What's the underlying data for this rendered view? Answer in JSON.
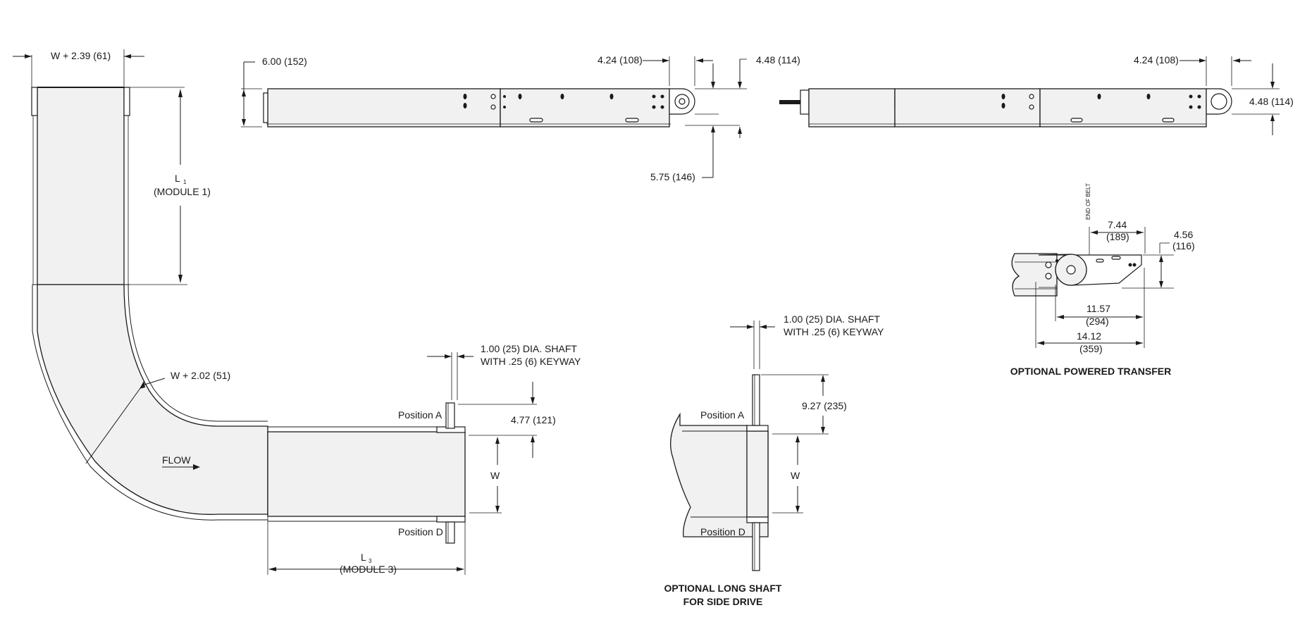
{
  "drawing": {
    "plan": {
      "width_top": "W + 2.39 (61)",
      "module1_l": "L",
      "module1_sub": "1",
      "module1_name": "(MODULE 1)",
      "curve_width": "W + 2.02 (51)",
      "flow": "FLOW",
      "shaft_line1": "1.00 (25) DIA. SHAFT",
      "shaft_line2": "WITH .25 (6) KEYWAY",
      "position_a": "Position A",
      "position_d": "Position D",
      "shaft_height": "4.77 (121)",
      "width": "W",
      "module3_l": "L",
      "module3_sub": "3",
      "module3_name": "(MODULE 3)"
    },
    "side_view": {
      "height_left": "6.00 (152)",
      "pulley_offset": "4.24 (108)",
      "pulley_height": "4.48 (114)",
      "bottom_offset": "5.75 (146)"
    },
    "drive_view": {
      "pulley_offset": "4.24 (108)",
      "pulley_height": "4.48 (114)"
    },
    "long_shaft": {
      "shaft_line1": "1.00 (25) DIA. SHAFT",
      "shaft_line2": "WITH .25 (6) KEYWAY",
      "shaft_height": "9.27 (235)",
      "position_a": "Position A",
      "position_d": "Position D",
      "width": "W",
      "caption_line1": "OPTIONAL LONG SHAFT",
      "caption_line2": "FOR SIDE DRIVE"
    },
    "powered_transfer": {
      "end_of_belt": "END OF BELT",
      "dim_a1": "7.44",
      "dim_a2": "(189)",
      "dim_b1": "4.56",
      "dim_b2": "(116)",
      "dim_c1": "11.57",
      "dim_c2": "(294)",
      "dim_d1": "14.12",
      "dim_d2": "(359)",
      "caption": "OPTIONAL POWERED TRANSFER"
    }
  }
}
